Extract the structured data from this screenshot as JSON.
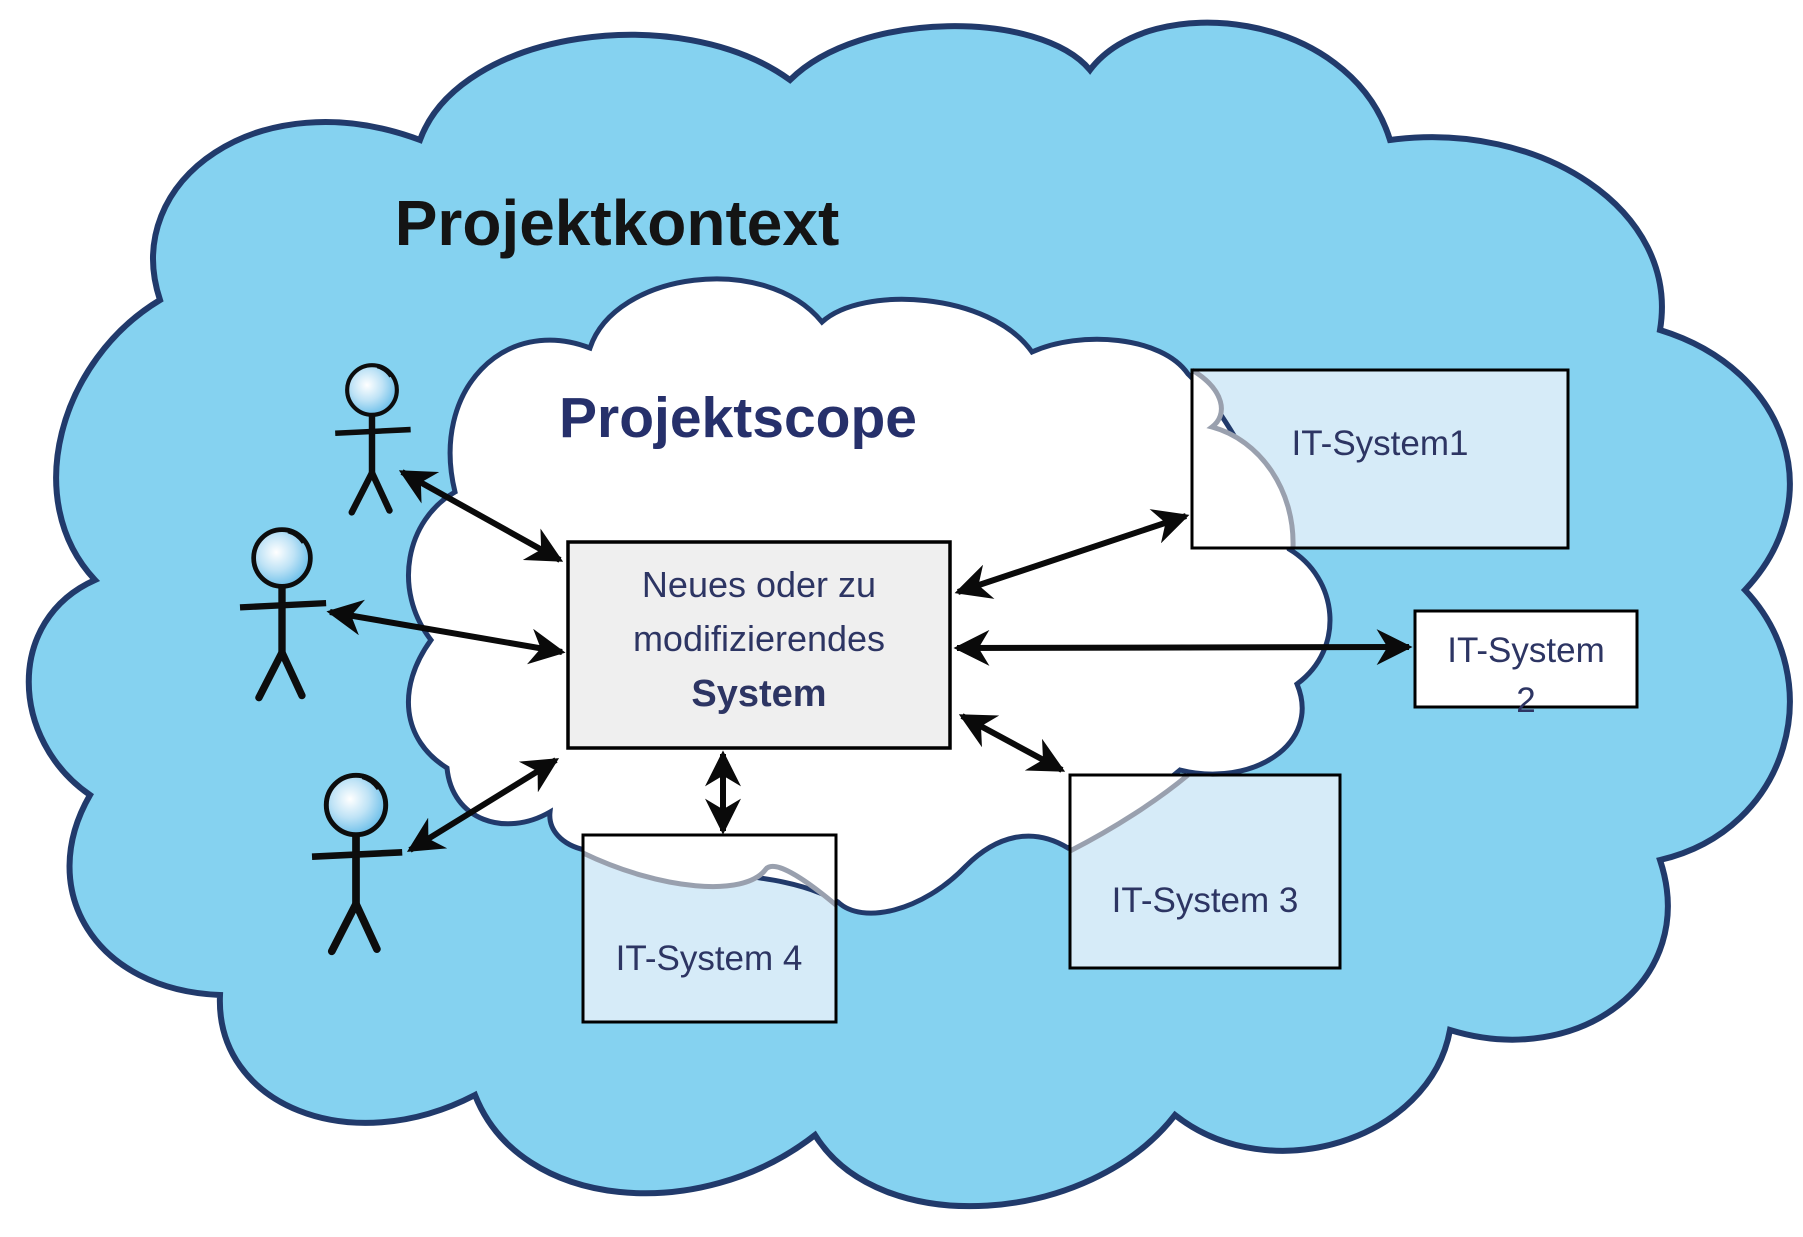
{
  "diagram": {
    "context_cloud_label": "Projektkontext",
    "scope_cloud_label": "Projektscope",
    "central_system": {
      "line1": "Neues oder zu",
      "line2": "modifizierendes",
      "line3": "System"
    },
    "it_system_1_label": "IT-System1",
    "it_system_2_line1": "IT-System",
    "it_system_2_line2": "2",
    "it_system_3_label": "IT-System 3",
    "it_system_4_label": "IT-System 4"
  },
  "colors": {
    "context_cloud_fill": "#85D2F0",
    "cloud_border": "#213A6B",
    "scope_cloud_fill": "#FFFFFF",
    "scope_overlap_border": "#99A0AE",
    "it_box_fill": "#D6EBF8",
    "it_box2_fill": "#FFFFFF",
    "box_border": "#000000",
    "central_box_fill": "#EFEFEF",
    "arrow": "#0A0A0A",
    "label_text": "#2D3563",
    "context_title_text": "#141414"
  }
}
